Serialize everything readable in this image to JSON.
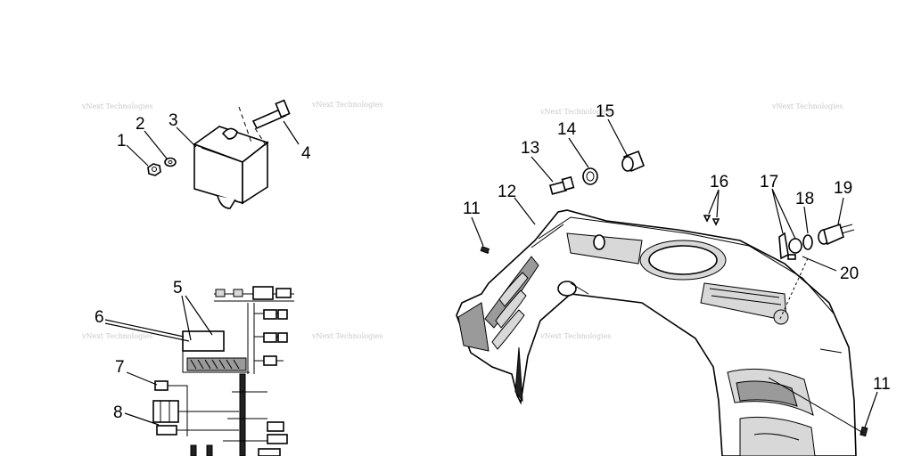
{
  "callouts": {
    "c1": "1",
    "c2": "2",
    "c3": "3",
    "c4": "4",
    "c5": "5",
    "c6": "6",
    "c7": "7",
    "c8": "8",
    "c11a": "11",
    "c11b": "11",
    "c12": "12",
    "c13": "13",
    "c14": "14",
    "c15": "15",
    "c16": "16",
    "c17": "17",
    "c18": "18",
    "c19": "19",
    "c20": "20"
  },
  "watermark": "vNext Technologies"
}
